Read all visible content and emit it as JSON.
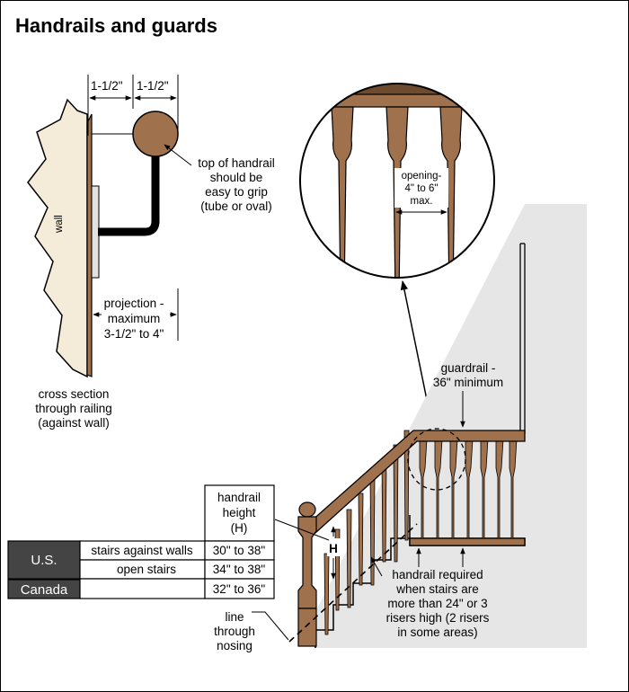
{
  "title": "Handrails and guards",
  "cross_section": {
    "dim_top_left": "1-1/2\"",
    "dim_top_right": "1-1/2\"",
    "wall_label": "wall",
    "grip_note": [
      "top of handrail",
      "should be",
      "easy to grip",
      "(tube or oval)"
    ],
    "projection_note": [
      "projection -",
      "maximum",
      "3-1/2\" to 4\""
    ],
    "caption": [
      "cross section",
      "through railing",
      "(against wall)"
    ]
  },
  "detail": {
    "opening_label": [
      "opening-",
      "4\" to 6\"",
      "max."
    ]
  },
  "stairs": {
    "guardrail_label": [
      "guardrail -",
      "36\" minimum"
    ],
    "handrail_required_note": [
      "handrail required",
      "when stairs are",
      "more than 24\" or 3",
      "risers high (2 risers",
      "in some areas)"
    ],
    "nosing_label": [
      "line",
      "through",
      "nosing"
    ],
    "h_marker": "H"
  },
  "table": {
    "header": [
      "handrail",
      "height",
      "(H)"
    ],
    "rows": [
      {
        "country": "U.S.",
        "condition": "stairs against walls",
        "height": "30\" to 38\""
      },
      {
        "country": "",
        "condition": "open stairs",
        "height": "34\" to 38\""
      },
      {
        "country": "Canada",
        "condition": "",
        "height": "32\" to 36\""
      }
    ]
  },
  "colors": {
    "wood": "#a0714d",
    "wood_dark": "#6e4a2e",
    "wall": "#f4ecd9",
    "shade": "#e6e6e6",
    "table_dark": "#444444"
  }
}
